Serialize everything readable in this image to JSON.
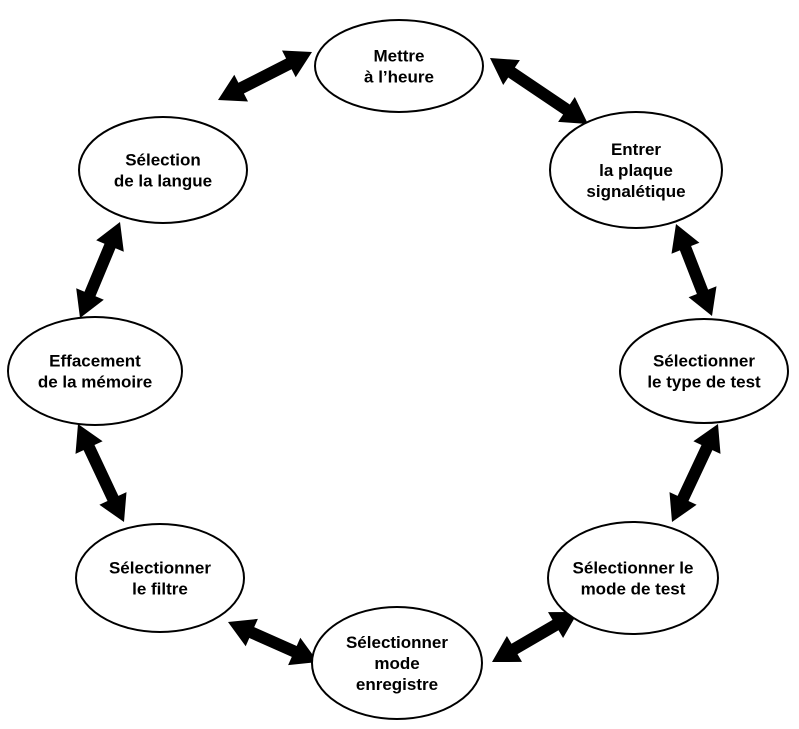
{
  "nodes": [
    {
      "id": "heure",
      "lines": [
        "Mettre",
        "à l’heure"
      ]
    },
    {
      "id": "plaque",
      "lines": [
        "Entrer",
        "la plaque",
        "signalétique"
      ]
    },
    {
      "id": "type",
      "lines": [
        "Sélectionner",
        "le type de test"
      ]
    },
    {
      "id": "mode",
      "lines": [
        "Sélectionner le",
        "mode de test"
      ]
    },
    {
      "id": "enreg",
      "lines": [
        "Sélectionner",
        "mode",
        "enregistre"
      ]
    },
    {
      "id": "filtre",
      "lines": [
        "Sélectionner",
        "le filtre"
      ]
    },
    {
      "id": "memoire",
      "lines": [
        "Effacement",
        "de la mémoire"
      ]
    },
    {
      "id": "langue",
      "lines": [
        "Sélection",
        "de la langue"
      ]
    }
  ],
  "edges": [
    {
      "from": "heure",
      "to": "plaque",
      "direction": "both"
    },
    {
      "from": "plaque",
      "to": "type",
      "direction": "both"
    },
    {
      "from": "type",
      "to": "mode",
      "direction": "both"
    },
    {
      "from": "mode",
      "to": "enreg",
      "direction": "both"
    },
    {
      "from": "enreg",
      "to": "filtre",
      "direction": "both"
    },
    {
      "from": "filtre",
      "to": "memoire",
      "direction": "both"
    },
    {
      "from": "memoire",
      "to": "langue",
      "direction": "both"
    },
    {
      "from": "langue",
      "to": "heure",
      "direction": "both"
    }
  ],
  "colors": {
    "stroke": "#000000",
    "fill": "#ffffff",
    "arrow": "#000000"
  }
}
